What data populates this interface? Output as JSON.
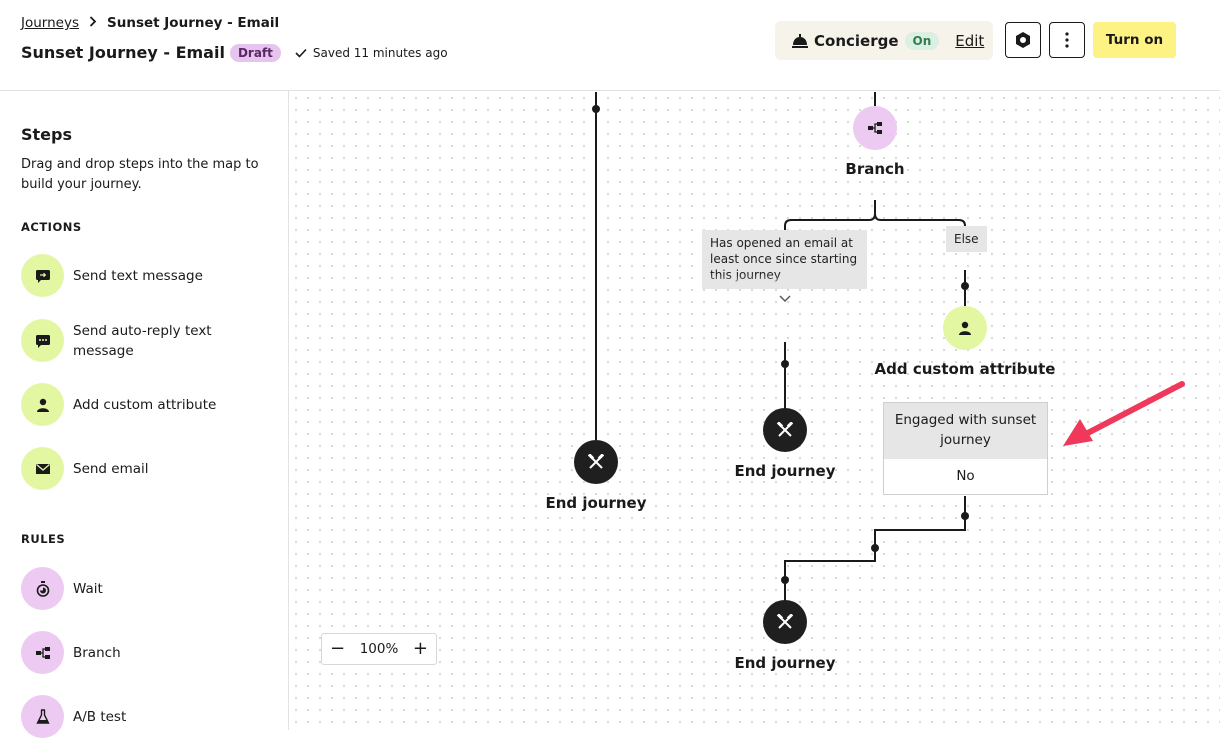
{
  "header": {
    "breadcrumb_root": "Journeys",
    "breadcrumb_current": "Sunset Journey - Email",
    "title": "Sunset Journey - Email",
    "status_badge": "Draft",
    "saved_text": "Saved 11 minutes ago",
    "concierge": {
      "name": "Concierge",
      "state": "On",
      "edit_label": "Edit"
    },
    "turn_on_label": "Turn on"
  },
  "sidebar": {
    "title": "Steps",
    "description": "Drag and drop steps into the map to build your journey.",
    "actions_heading": "ACTIONS",
    "actions": [
      {
        "label": "Send text message",
        "icon": "text-message-icon"
      },
      {
        "label": "Send auto-reply text message",
        "icon": "auto-reply-icon"
      },
      {
        "label": "Add custom attribute",
        "icon": "person-icon"
      },
      {
        "label": "Send email",
        "icon": "envelope-icon"
      }
    ],
    "rules_heading": "RULES",
    "rules": [
      {
        "label": "Wait",
        "icon": "stopwatch-icon"
      },
      {
        "label": "Branch",
        "icon": "branch-icon"
      },
      {
        "label": "A/B test",
        "icon": "flask-icon"
      }
    ]
  },
  "canvas": {
    "branch_label": "Branch",
    "condition_text": "Has opened an email at least once since starting this journey",
    "else_label": "Else",
    "add_attribute_label": "Add custom attribute",
    "engaged_attribute": "Engaged with sunset journey",
    "engaged_value": "No",
    "end_journey_label": "End journey",
    "zoom_value": "100%",
    "colors": {
      "accent_yellow": "#fdf284",
      "action_green": "#e3f7a3",
      "rule_purple": "#edcaf1",
      "annotation_arrow": "#f0385a"
    }
  }
}
